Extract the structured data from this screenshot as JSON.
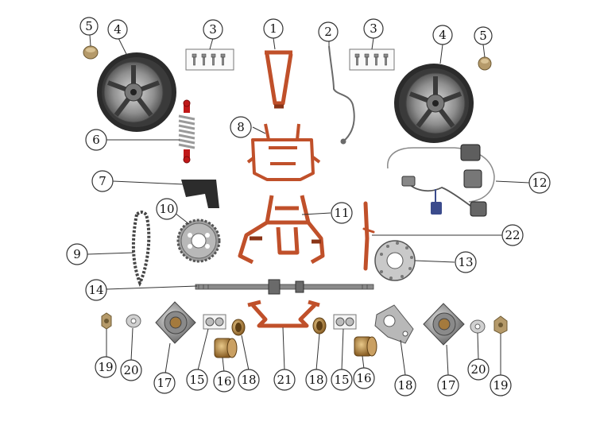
{
  "diagram": {
    "callout_numbers": [
      "1",
      "2",
      "3",
      "3",
      "4",
      "4",
      "5",
      "5",
      "6",
      "7",
      "8",
      "9",
      "10",
      "11",
      "12",
      "13",
      "14",
      "15",
      "15",
      "16",
      "16",
      "17",
      "17",
      "18",
      "18",
      "18",
      "19",
      "19",
      "20",
      "20",
      "21",
      "22"
    ]
  },
  "parts": [
    {
      "id": "swing-arm",
      "callout": "1",
      "icon": "frame-part"
    },
    {
      "id": "brake-cable",
      "callout": "2",
      "icon": "cable"
    },
    {
      "id": "bolt-set",
      "callout": "3",
      "icon": "bolts"
    },
    {
      "id": "rear-wheel",
      "callout": "4",
      "icon": "tire-wheel"
    },
    {
      "id": "hub-nut",
      "callout": "5",
      "icon": "nut"
    },
    {
      "id": "shock-absorber",
      "callout": "6",
      "icon": "coil-shock"
    },
    {
      "id": "chain-guard",
      "callout": "7",
      "icon": "bracket"
    },
    {
      "id": "rear-rack",
      "callout": "8",
      "icon": "rack"
    },
    {
      "id": "drive-chain",
      "callout": "9",
      "icon": "chain"
    },
    {
      "id": "rear-sprocket",
      "callout": "10",
      "icon": "sprocket"
    },
    {
      "id": "rear-frame",
      "callout": "11",
      "icon": "frame"
    },
    {
      "id": "brake-assembly",
      "callout": "12",
      "icon": "brake-caliper"
    },
    {
      "id": "brake-disc",
      "callout": "13",
      "icon": "disc"
    },
    {
      "id": "rear-axle",
      "callout": "14",
      "icon": "axle"
    },
    {
      "id": "washer-plate",
      "callout": "15",
      "icon": "plate"
    },
    {
      "id": "bearing",
      "callout": "16",
      "icon": "bearing"
    },
    {
      "id": "wheel-hub",
      "callout": "17",
      "icon": "hub"
    },
    {
      "id": "bushing",
      "callout": "18",
      "icon": "bushing"
    },
    {
      "id": "castle-nut",
      "callout": "19",
      "icon": "castle-nut"
    },
    {
      "id": "flat-washer",
      "callout": "20",
      "icon": "washer"
    },
    {
      "id": "axle-bracket",
      "callout": "21",
      "icon": "bracket"
    },
    {
      "id": "side-rail",
      "callout": "22",
      "icon": "rail"
    }
  ],
  "colors": {
    "frame_orange": "#c0502a",
    "frame_dark": "#8a3417",
    "metal": "#9a9a9a",
    "metal_dark": "#555555",
    "tire": "#2b2b2b",
    "bronze": "#a47a3d",
    "shock_red": "#c01818",
    "wire_blue": "#3b4b8c"
  }
}
